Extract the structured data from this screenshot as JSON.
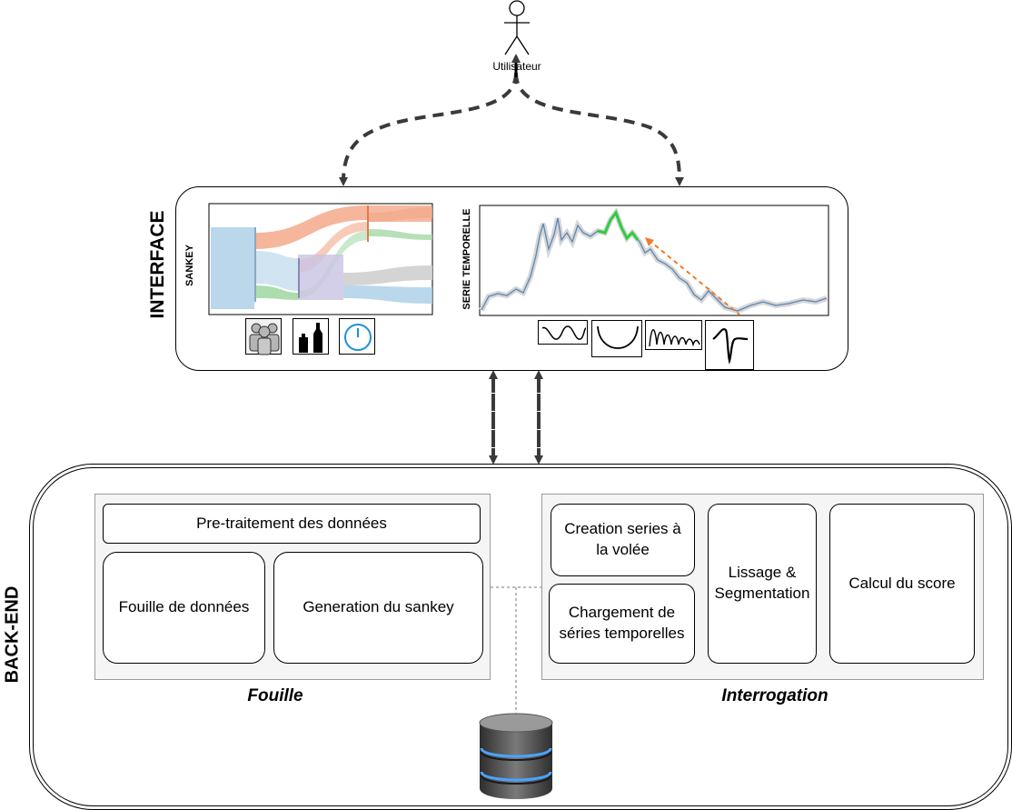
{
  "user": {
    "label": "Utilisateur"
  },
  "interface": {
    "title": "INTERFACE",
    "sankey_label": "SANKEY",
    "series_label": "SERIE TEMPORELLE"
  },
  "backend": {
    "title": "BACK-END",
    "fouille": {
      "caption": "Fouille",
      "pretraitement": "Pre-traitement des données",
      "fouille_donnees": "Fouille de données",
      "generation_sankey": "Generation du sankey"
    },
    "interrogation": {
      "caption": "Interrogation",
      "creation": "Creation series à la volée",
      "chargement": "Chargement de séries temporelles",
      "lissage": "Lissage & Segmentation",
      "score": "Calcul du score"
    }
  },
  "colors": {
    "flow_orange": "#f3a98a",
    "flow_blue": "#a9cde6",
    "flow_green": "#9fd6a0",
    "flow_purple": "#c9c3e3",
    "flow_grey": "#cfcfcf",
    "series_line": "#5b86b8",
    "series_highlight": "#2ecc40",
    "trend_arrow": "#f07b2e",
    "arrow_dash": "#3a3a3a",
    "icon_blue": "#1f8fd8"
  },
  "icons": [
    "user-stick-figure-icon",
    "people-group-icon",
    "bottles-icon",
    "clock-icon",
    "sine-wave-icon",
    "u-curve-icon",
    "oscillation-icon",
    "spike-icon",
    "database-icon"
  ]
}
